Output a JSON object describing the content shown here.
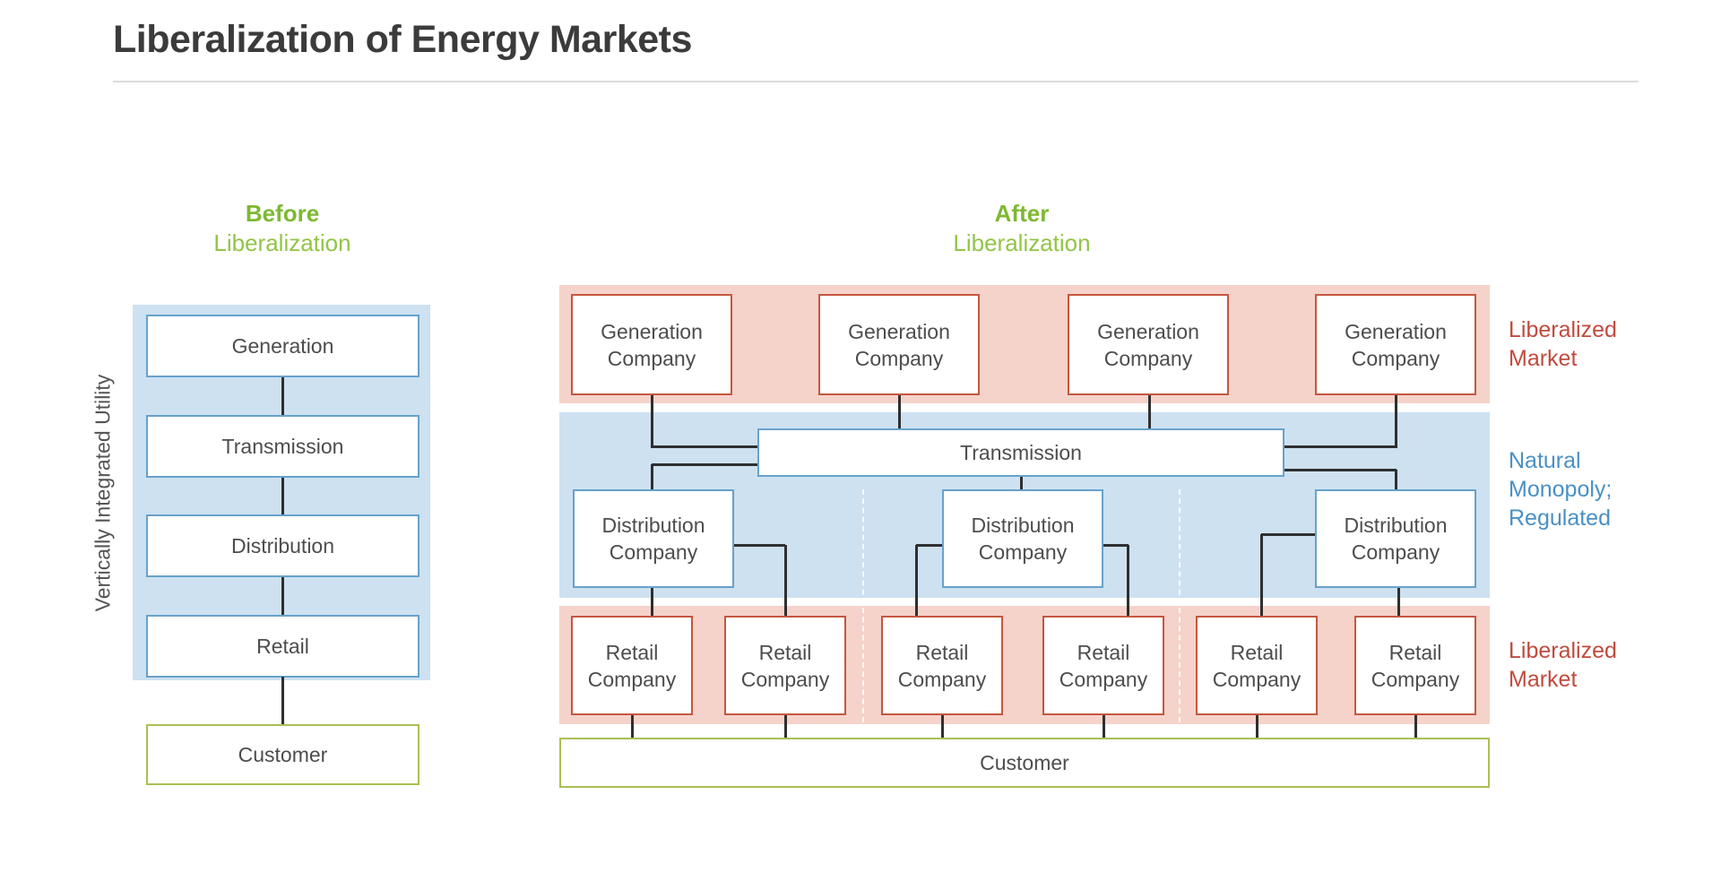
{
  "title": "Liberalization of Energy Markets",
  "colors": {
    "green_bold": "#7eb832",
    "green_light": "#93c447",
    "pink_band": "#f5d3ca",
    "blue_band": "#cde1f1",
    "blue_border": "#67a2cb",
    "red_border": "#c4573f",
    "green_border": "#a9c153",
    "line": "#2f2f2f",
    "label_red": "#c04b3e",
    "label_blue": "#4a90c5"
  },
  "before": {
    "heading_bold": "Before",
    "heading_light": "Liberalization",
    "side_label": "Vertically Integrated Utility",
    "stack": [
      "Generation",
      "Transmission",
      "Distribution",
      "Retail"
    ],
    "customer_label": "Customer"
  },
  "after": {
    "heading_bold": "After",
    "heading_light": "Liberalization",
    "generation_companies": [
      "Generation Company",
      "Generation Company",
      "Generation Company",
      "Generation Company"
    ],
    "transmission_label": "Transmission",
    "distribution_companies": [
      "Distribution Company",
      "Distribution Company",
      "Distribution Company"
    ],
    "retail_companies": [
      "Retail Company",
      "Retail Company",
      "Retail Company",
      "Retail Company",
      "Retail Company",
      "Retail Company"
    ],
    "customer_label": "Customer",
    "annotations": [
      {
        "text": "Liberalized Market",
        "color": "#c04b3e"
      },
      {
        "text": "Natural Monopoly; Regulated",
        "color": "#4a90c5"
      },
      {
        "text": "Liberalized Market",
        "color": "#c04b3e"
      }
    ]
  }
}
